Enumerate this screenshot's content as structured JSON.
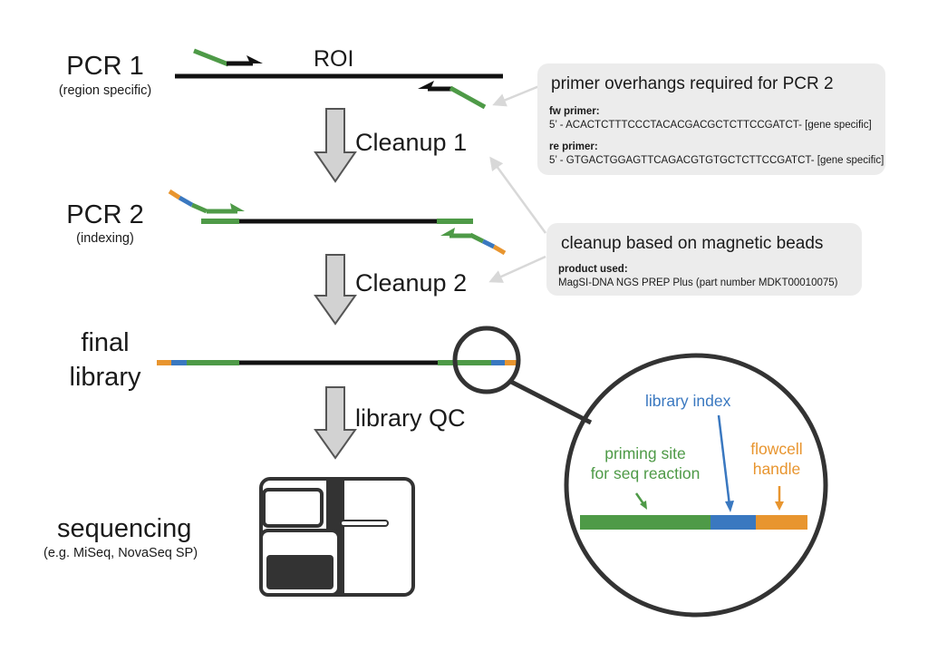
{
  "colors": {
    "green": "#4e9a47",
    "blue": "#3a78c0",
    "orange": "#e8952f",
    "dna": "#111111",
    "arrow_fill": "#d2d2d2",
    "box_bg": "#ececec"
  },
  "steps": {
    "pcr1": {
      "title": "PCR 1",
      "subtitle": "(region specific)"
    },
    "pcr2": {
      "title": "PCR 2",
      "subtitle": "(indexing)"
    },
    "final": {
      "line1": "final",
      "line2": "library"
    },
    "sequencing": {
      "title": "sequencing",
      "subtitle": "(e.g. MiSeq, NovaSeq SP)"
    }
  },
  "roi_label": "ROI",
  "transitions": [
    "Cleanup 1",
    "Cleanup 2",
    "library QC"
  ],
  "primer_box": {
    "title": "primer overhangs required for PCR 2",
    "fw_label": "fw primer:",
    "fw_seq": "5’ - ACACTCTTTCCCTACACGACGCTCTTCCGATCT- [gene specific]",
    "re_label": "re primer:",
    "re_seq": "5’ - GTGACTGGAGTTCAGACGTGTGCTCTTCCGATCT- [gene specific]"
  },
  "beads_box": {
    "title": "cleanup based on magnetic beads",
    "product_label": "product used:",
    "product": "MagSI-DNA NGS PREP Plus (part number MDKT00010075)"
  },
  "zoom": {
    "library_index": "library index",
    "priming_line1": "priming site",
    "priming_line2": "for seq reaction",
    "flowcell_line1": "flowcell",
    "flowcell_line2": "handle"
  }
}
